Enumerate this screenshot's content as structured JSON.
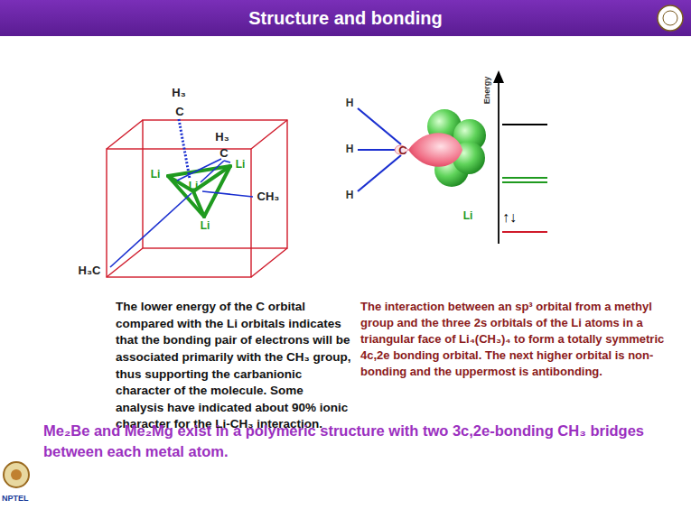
{
  "diagram": {
    "title": "Structure and bonding",
    "labels": [
      "H₃",
      "C",
      "H₃",
      "C",
      "Li",
      "Li",
      "Li",
      "Li",
      "CH₃",
      "H₃C",
      "H",
      "H",
      "H",
      "C",
      "Li",
      "Energy",
      "↑↓",
      "The lower energy of the C orbital compared with the Li orbitals indicates that the bonding pair of electrons will be associated primarily with the CH₃ group, thus supporting the carbanionic character of the molecule. Some analysis have indicated about 90% ionic character for the Li-CH₃ interaction.",
      "The interaction between an sp³ orbital from a methyl group and the three 2s orbitals of the Li atoms in a triangular face of Li₄(CH₃)₄ to form a totally symmetric 4c,2e bonding orbital. The next higher orbital is non-bonding and the uppermost is antibonding.",
      "Me₂Be and Me₂Mg exist in a polymeric structure with two 3c,2e-bonding CH₃ bridges between each metal atom.",
      "NPTEL"
    ]
  }
}
